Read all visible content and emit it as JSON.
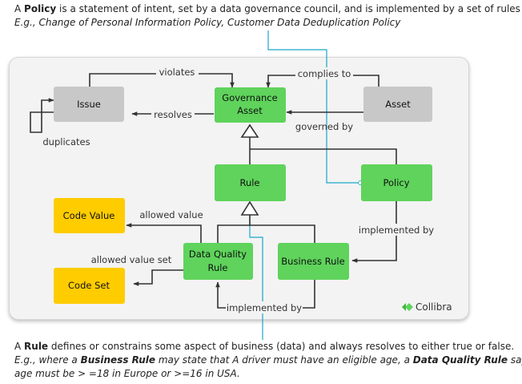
{
  "top_caption": {
    "line1": {
      "prefix": "A ",
      "bold": "Policy",
      "rest": " is a statement of intent, set by a data governance council, and is implemented by a set of rules"
    },
    "line2": "E.g., Change of Personal Information Policy, Customer Data Deduplication Policy"
  },
  "bottom_caption": {
    "line1": {
      "prefix": "A ",
      "bold": "Rule",
      "rest": " defines or constrains some aspect of business (data) and always resolves to either true or false."
    },
    "line2": {
      "a": "E.g.,  where a ",
      "b": "Business Rule",
      "c": " may state that A driver must have  an eligible age, a ",
      "d": "Data Quality Rule",
      "e": " says"
    },
    "line3": "age must be > =18 in Europe or >=16 in USA."
  },
  "nodes": {
    "issue": "Issue",
    "governance_asset_1": "Governance",
    "governance_asset_2": "Asset",
    "asset": "Asset",
    "rule": "Rule",
    "policy": "Policy",
    "code_value": "Code Value",
    "data_quality_rule_1": "Data Quality",
    "data_quality_rule_2": "Rule",
    "business_rule": "Business Rule",
    "code_set": "Code Set"
  },
  "edges": {
    "violates": "violates",
    "complies_to": "complies to",
    "resolves": "resolves",
    "governed_by": "governed by",
    "duplicates": "duplicates",
    "allowed_value": "allowed value",
    "implemented_by_policy": "implemented by",
    "allowed_value_set": "allowed value set",
    "implemented_by_rule": "implemented by"
  },
  "brand": "Collibra",
  "colors": {
    "green": "#5fd35c",
    "gray": "#c8c8c8",
    "yellow": "#ffcc00",
    "connector": "#1aa7c9",
    "line": "#333333"
  }
}
